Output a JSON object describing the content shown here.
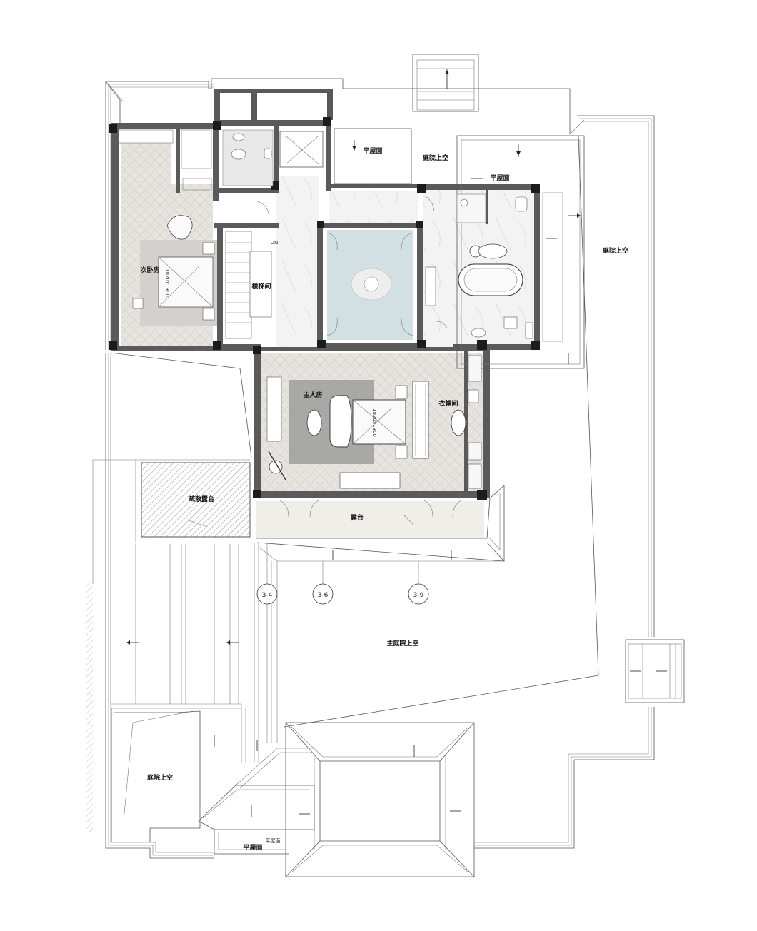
{
  "labels": {
    "flat_roof_top": "平屋面",
    "courtyard_void_top": "庭院上空",
    "flat_roof_right": "平屋面",
    "courtyard_void_right": "庭院上空",
    "second_bedroom": "次卧房",
    "stairwell": "楼梯间",
    "stair_dn": "DN",
    "master_bedroom": "主人房",
    "walk_in_closet": "衣帽间",
    "sparse_terrace": "疏散露台",
    "terrace": "露台",
    "main_courtyard_void": "主庭院上空",
    "courtyard_void_bottom": "庭院上空",
    "flat_roof_bottom": "平屋面",
    "flat_roof_bottom_handwritten": "平屋面",
    "bed_size_second": "1820x1900",
    "bed_size_master": "1820x1900"
  },
  "axis_markers": [
    "3-4",
    "3-6",
    "3-9"
  ],
  "colors": {
    "wall": "#5a5a5a",
    "floor_wood": "#e6e3df",
    "floor_marble": "#f1f1f1",
    "terrace_floor": "#efeee9",
    "rug_dark": "#a7a7a5",
    "rug_light": "#d2d0cd"
  }
}
